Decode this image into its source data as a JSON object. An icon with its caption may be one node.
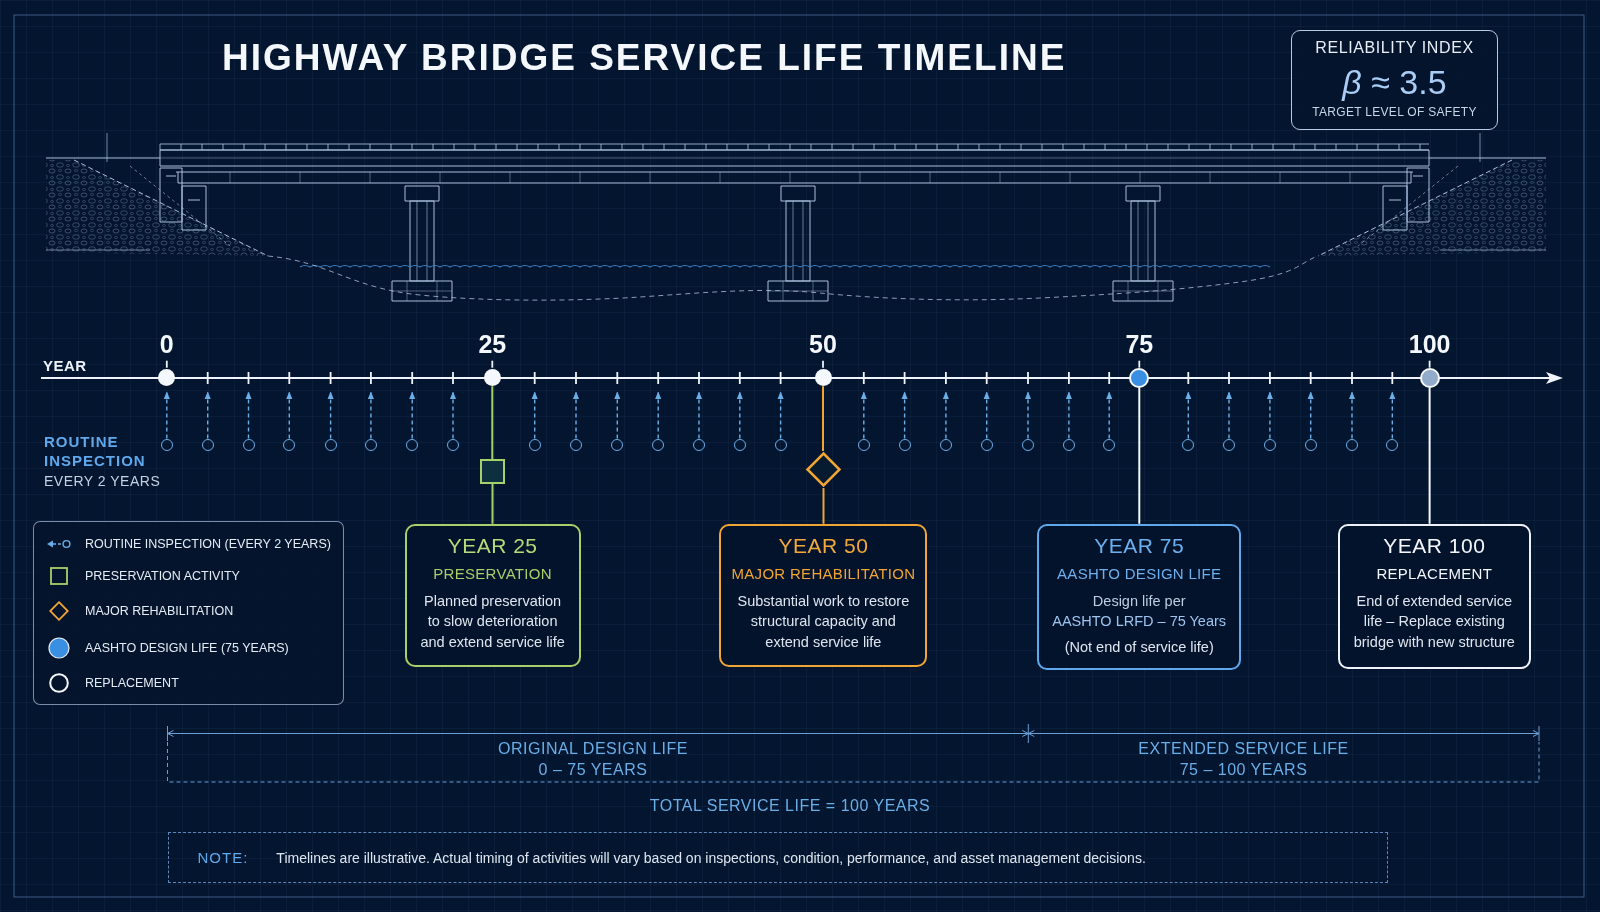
{
  "diagram": {
    "title": "HIGHWAY BRIDGE SERVICE LIFE TIMELINE",
    "nodes": [
      {
        "text": [
          "RELIABILITY INDEX",
          "*β* ≈ 3.5",
          "TARGET LEVEL OF SAFETY"
        ]
      },
      {
        "text": [],
        "shape": "arrow",
        "beside": [
          "YEAR"
        ]
      },
      {
        "text": [],
        "shape": "circle",
        "beside": [
          "0"
        ]
      },
      {
        "text": [],
        "shape": "circle",
        "beside": [
          "25"
        ]
      },
      {
        "text": [],
        "shape": "circle",
        "beside": [
          "50"
        ]
      },
      {
        "text": [],
        "shape": "circle",
        "beside": [
          "75"
        ]
      },
      {
        "text": [],
        "shape": "circle",
        "beside": [
          "100"
        ]
      },
      {
        "text": [],
        "shape": "circle"
      },
      {
        "text": [],
        "shape": "circle"
      },
      {
        "text": [],
        "shape": "circle"
      },
      {
        "text": [],
        "shape": "circle"
      },
      {
        "text": [],
        "shape": "circle"
      },
      {
        "text": [],
        "shape": "circle"
      },
      {
        "text": [],
        "shape": "circle"
      },
      {
        "text": [],
        "shape": "circle"
      },
      {
        "text": [],
        "shape": "circle"
      },
      {
        "text": [],
        "shape": "circle"
      },
      {
        "text": [],
        "shape": "circle"
      },
      {
        "text": [],
        "shape": "circle"
      },
      {
        "text": [],
        "shape": "circle"
      },
      {
        "text": [],
        "shape": "circle"
      },
      {
        "text": [],
        "shape": "circle"
      },
      {
        "text": [],
        "shape": "circle"
      },
      {
        "text": [],
        "shape": "circle"
      },
      {
        "text": [],
        "shape": "circle"
      },
      {
        "text": [],
        "shape": "circle"
      },
      {
        "text": [],
        "shape": "circle"
      },
      {
        "text": [],
        "shape": "circle"
      },
      {
        "text": [],
        "shape": "circle"
      },
      {
        "text": [],
        "shape": "circle"
      },
      {
        "text": [],
        "shape": "circle"
      },
      {
        "text": [],
        "shape": "circle"
      },
      {
        "text": [],
        "shape": "circle"
      },
      {
        "text": [],
        "shape": "circle"
      },
      {
        "text": [],
        "shape": "circle"
      },
      {
        "text": [],
        "shape": "box"
      },
      {
        "text": [],
        "shape": "diamond"
      },
      {
        "text": [
          "YEAR 25",
          "PRESERVATION",
          "Planned preservation to slow deterioration and extend service life"
        ]
      },
      {
        "text": [
          "YEAR 50",
          "MAJOR REHABILITATION",
          "Substantial work to restore structural capacity and extend service life"
        ]
      },
      {
        "text": [
          "YEAR 75",
          "AASHTO DESIGN LIFE",
          "Design life per",
          "AASHTO LRFD – 75 Years",
          "(Not end of service life)"
        ]
      },
      {
        "text": [
          "YEAR 100",
          "REPLACEMENT",
          "End of extended service life – Replace existing bridge with new structure"
        ]
      },
      {
        "text": [
          "NOTE:",
          "Timelines are illustrative. Actual timing of activities will vary based on inspections, condition, performance, and asset management decisions."
        ]
      }
    ],
    "edges": [
      {
        "from": 7,
        "to": 1,
        "arrow": "to",
        "style": "dashed"
      },
      {
        "from": 8,
        "to": 1,
        "arrow": "to",
        "style": "dashed"
      },
      {
        "from": 9,
        "to": 1,
        "arrow": "to",
        "style": "dashed"
      },
      {
        "from": 10,
        "to": 1,
        "arrow": "to",
        "style": "dashed"
      },
      {
        "from": 11,
        "to": 1,
        "arrow": "to",
        "style": "dashed"
      },
      {
        "from": 12,
        "to": 1,
        "arrow": "to",
        "style": "dashed"
      },
      {
        "from": 13,
        "to": 1,
        "arrow": "to",
        "style": "dashed"
      },
      {
        "from": 14,
        "to": 1,
        "arrow": "to",
        "style": "dashed"
      },
      {
        "from": 15,
        "to": 1,
        "arrow": "to",
        "style": "dashed"
      },
      {
        "from": 16,
        "to": 1,
        "arrow": "to",
        "style": "dashed"
      },
      {
        "from": 17,
        "to": 1,
        "arrow": "to",
        "style": "dashed"
      },
      {
        "from": 18,
        "to": 1,
        "arrow": "to",
        "style": "dashed"
      },
      {
        "from": 19,
        "to": 1,
        "arrow": "to",
        "style": "dashed"
      },
      {
        "from": 20,
        "to": 1,
        "arrow": "to",
        "style": "dashed"
      },
      {
        "from": 21,
        "to": 1,
        "arrow": "to",
        "style": "dashed"
      },
      {
        "from": 22,
        "to": 1,
        "arrow": "to",
        "style": "dashed"
      },
      {
        "from": 23,
        "to": 1,
        "arrow": "to",
        "style": "dashed"
      },
      {
        "from": 24,
        "to": 1,
        "arrow": "to",
        "style": "dashed"
      },
      {
        "from": 25,
        "to": 1,
        "arrow": "to",
        "style": "dashed"
      },
      {
        "from": 26,
        "to": 1,
        "arrow": "to",
        "style": "dashed"
      },
      {
        "from": 27,
        "to": 1,
        "arrow": "to",
        "style": "dashed"
      },
      {
        "from": 28,
        "to": 1,
        "arrow": "to",
        "style": "dashed"
      },
      {
        "from": 29,
        "to": 1,
        "arrow": "to",
        "style": "dashed"
      },
      {
        "from": 30,
        "to": 1,
        "arrow": "to",
        "style": "dashed"
      },
      {
        "from": 31,
        "to": 1,
        "arrow": "to",
        "style": "dashed"
      },
      {
        "from": 32,
        "to": 1,
        "arrow": "to",
        "style": "dashed"
      },
      {
        "from": 33,
        "to": 1,
        "arrow": "to",
        "style": "dashed"
      },
      {
        "from": 34,
        "to": 1,
        "arrow": "to",
        "style": "dashed"
      },
      {
        "from": 3,
        "to": 35,
        "arrow": "none",
        "color": "#a6d06a"
      },
      {
        "from": 35,
        "to": 37,
        "arrow": "none",
        "color": "#a6d06a"
      },
      {
        "from": 4,
        "to": 36,
        "arrow": "none",
        "color": "#f0a535"
      },
      {
        "from": 36,
        "to": 38,
        "arrow": "none",
        "color": "#f0a535"
      },
      {
        "from": 5,
        "to": 39,
        "arrow": "none",
        "color": "#f4f7fb"
      },
      {
        "from": 6,
        "to": 40,
        "arrow": "none",
        "color": "#f4f7fb"
      }
    ],
    "labels": [
      "ROUTINE INSPECTION",
      "EVERY 2 YEARS",
      "ORIGINAL DESIGN LIFE",
      "0 – 75 YEARS",
      "EXTENDED SERVICE LIFE",
      "75 – 100 YEARS",
      "TOTAL SERVICE LIFE = 100 YEARS"
    ],
    "legend": [
      {
        "text": "ROUTINE INSPECTION (EVERY 2 YEARS)"
      },
      {
        "text": "PRESERVATION ACTIVITY"
      },
      {
        "text": "MAJOR REHABILITATION"
      },
      {
        "text": "AASHTO DESIGN LIFE (75 YEARS)",
        "color": "#3b8fe2"
      },
      {
        "text": "REPLACEMENT"
      }
    ]
  }
}
